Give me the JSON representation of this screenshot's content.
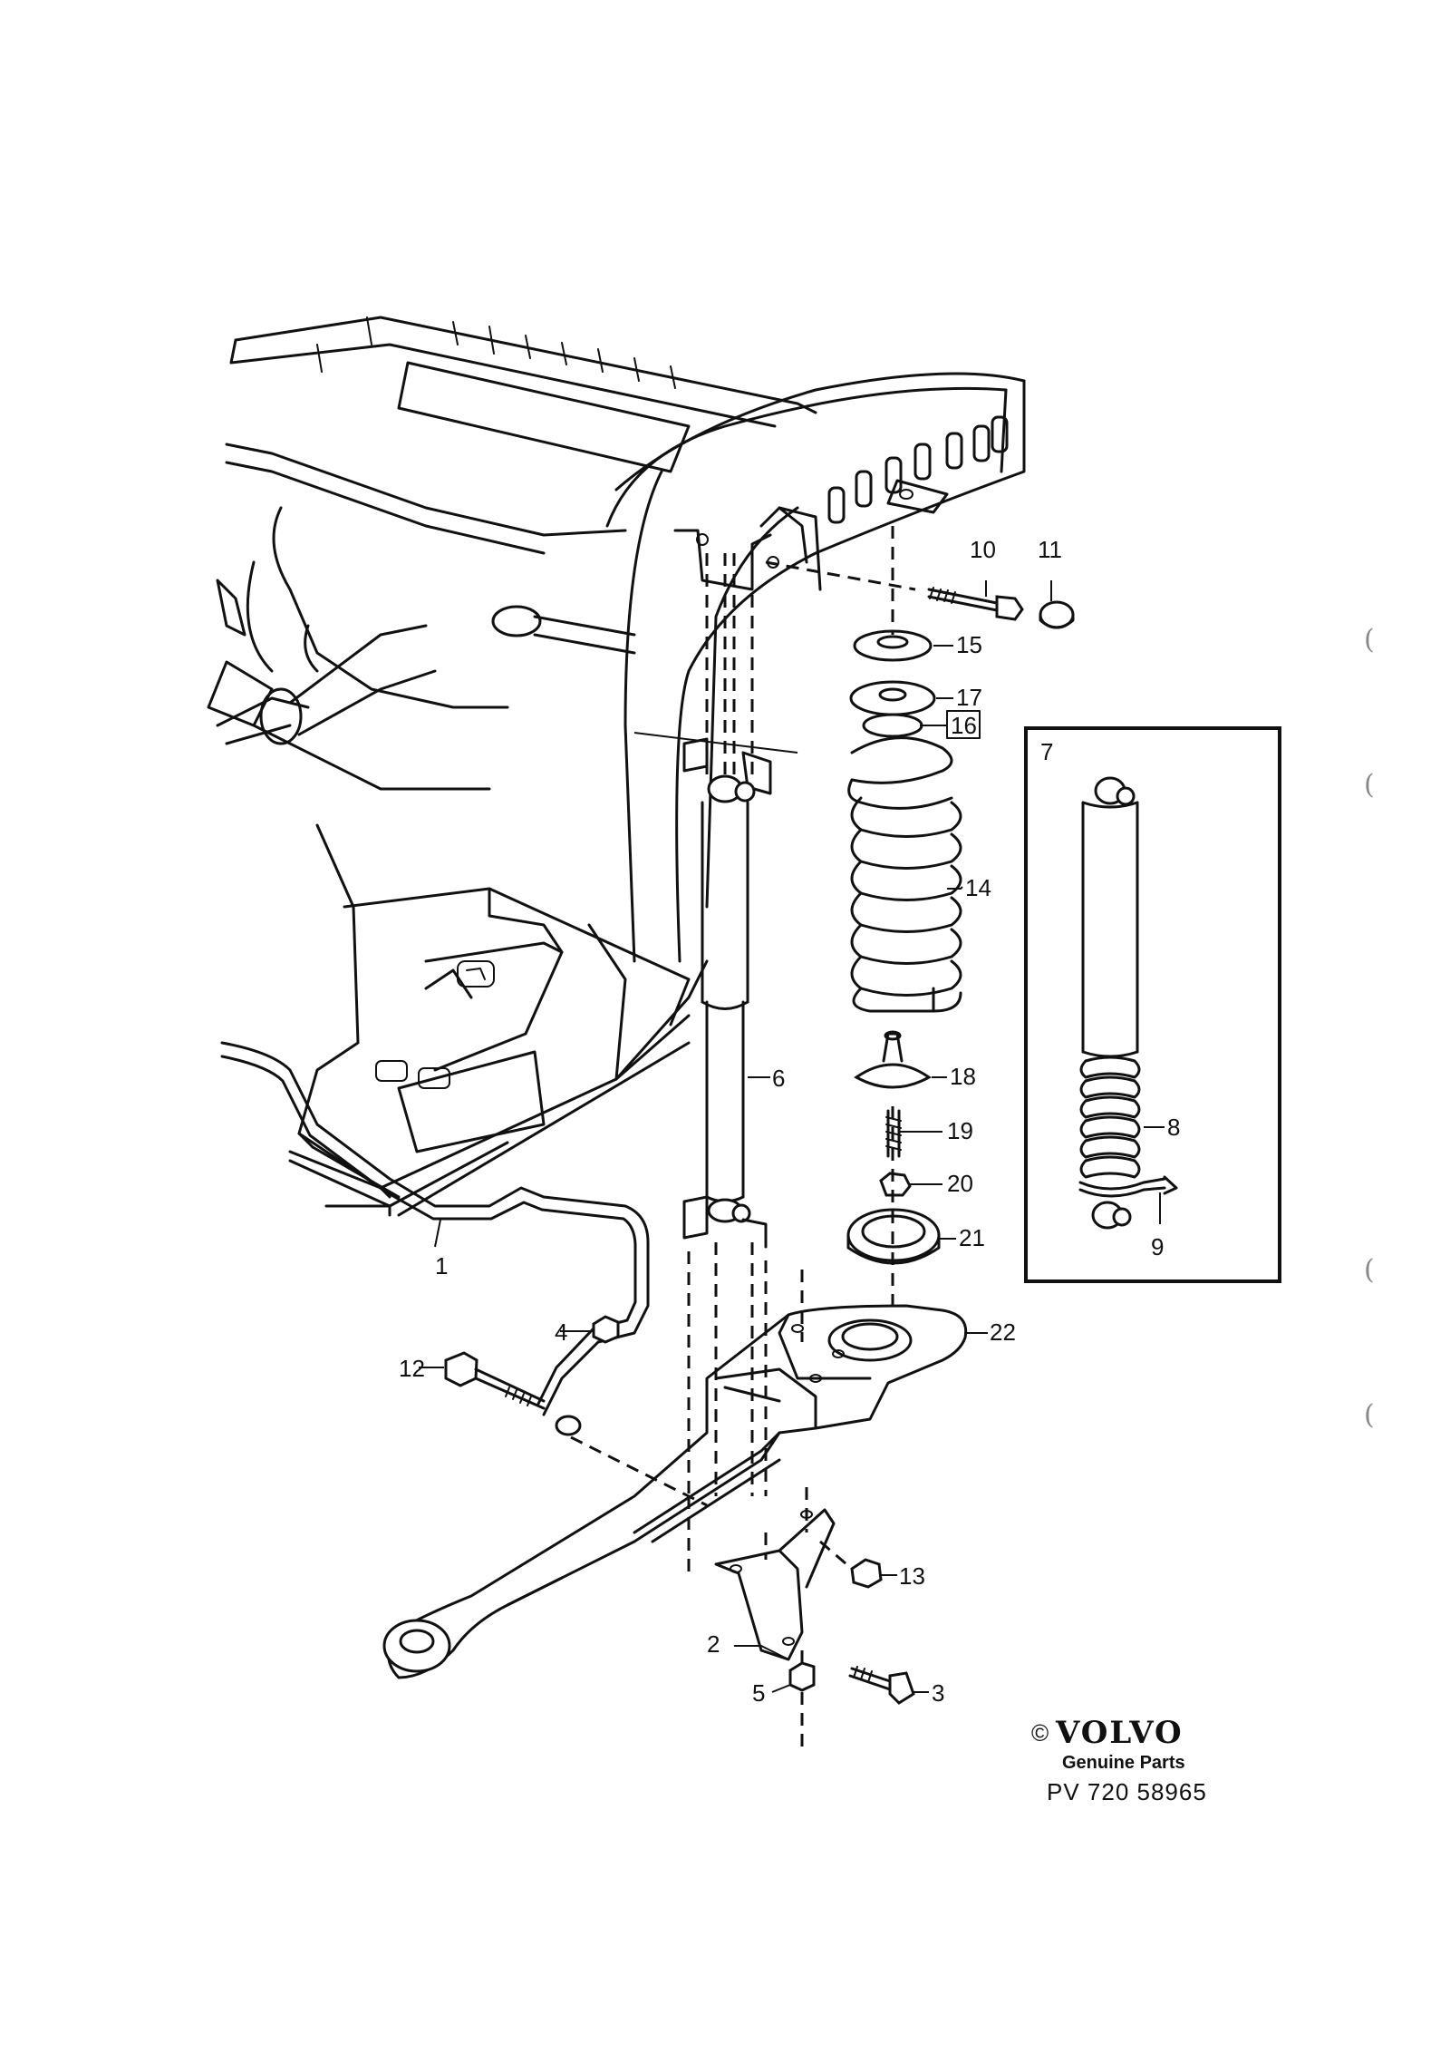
{
  "callouts": {
    "c1": "1",
    "c2": "2",
    "c3": "3",
    "c4": "4",
    "c5": "5",
    "c6": "6",
    "c7": "7",
    "c8": "8",
    "c9": "9",
    "c10": "10",
    "c11": "11",
    "c12": "12",
    "c13": "13",
    "c14": "14",
    "c15": "15",
    "c16": "16",
    "c17": "17",
    "c18": "18",
    "c19": "19",
    "c20": "20",
    "c21": "21",
    "c22": "22"
  },
  "footer": {
    "copyright": "©",
    "brand": "VOLVO",
    "subtitle": "Genuine Parts",
    "code": "PV  720 58965"
  },
  "margin_marks": [
    "(",
    "(",
    "(",
    "("
  ]
}
